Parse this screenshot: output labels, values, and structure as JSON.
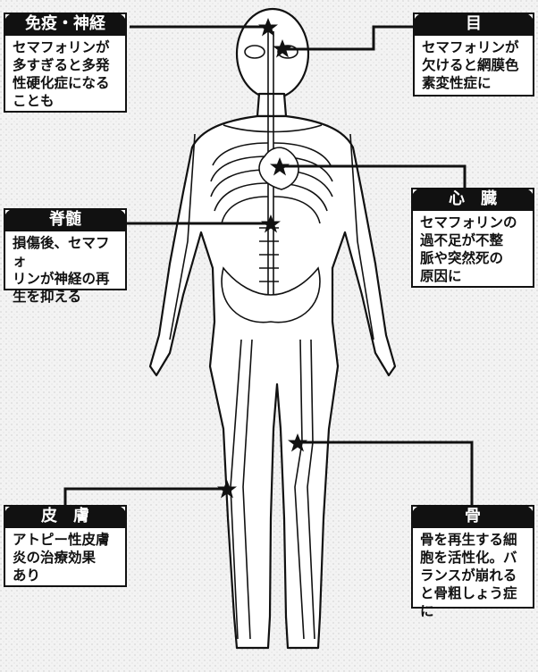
{
  "cards": {
    "immune": {
      "title": "免疫・神経",
      "text": "セマフォリンが\n多すぎると多発\n性硬化症になる\nことも"
    },
    "eye": {
      "title": "目",
      "text": "セマフォリンが\n欠けると網膜色\n素変性症に"
    },
    "heart": {
      "title": "心　臓",
      "text": "セマフォリンの\n過不足が不整\n脈や突然死の\n原因に"
    },
    "spine": {
      "title": "脊髄",
      "text": "損傷後、セマフォ\nリンが神経の再\n生を抑える"
    },
    "skin": {
      "title": "皮　膚",
      "text": "アトピー性皮膚\n炎の治療効果\nあり"
    },
    "bone": {
      "title": "骨",
      "text": "骨を再生する細\n胞を活性化。バ\nランスが崩れる\nと骨粗しょう症に"
    }
  },
  "colors": {
    "ink": "#111111",
    "paper": "#ffffff",
    "background": "#f3f3f3"
  },
  "markers": {
    "icon": "star-icon"
  }
}
